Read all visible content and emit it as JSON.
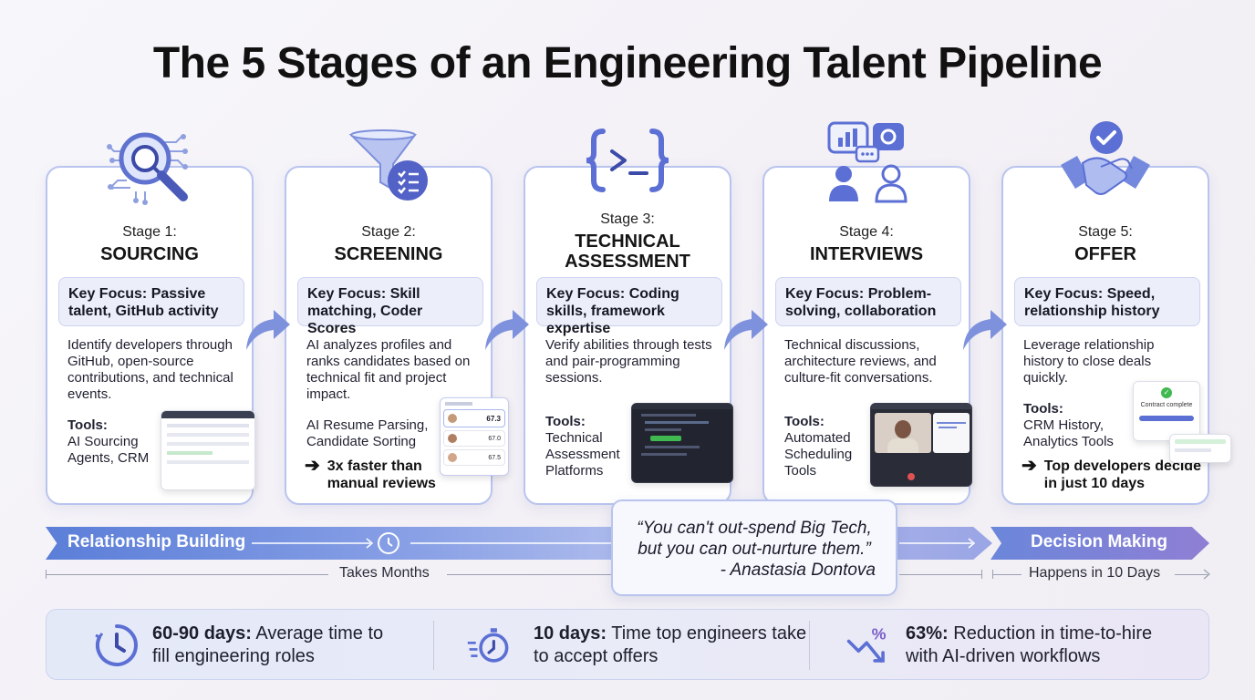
{
  "title": "The 5 Stages of an Engineering Talent Pipeline",
  "stages": [
    {
      "label": "Stage 1:",
      "name": "SOURCING",
      "focus": "Key Focus: Passive talent, GitHub activity",
      "description": "Identify developers through GitHub, open-source contributions, and technical events.",
      "tools_label": "Tools:",
      "tools": "AI Sourcing Agents, CRM",
      "icon": "magnifier-circuit-icon"
    },
    {
      "label": "Stage 2:",
      "name": "SCREENING",
      "focus": "Key Focus: Skill matching, Coder Scores",
      "description": "AI analyzes profiles and ranks candidates based on technical fit and project impact.",
      "tools": "AI Resume Parsing, Candidate Sorting",
      "note": "3x faster than manual reviews",
      "icon": "funnel-checklist-icon",
      "mini_score": "67.3",
      "mini_score2": "67.0",
      "mini_score3": "67.5"
    },
    {
      "label": "Stage 3:",
      "name": "TECHNICAL ASSESSMENT",
      "focus": "Key Focus: Coding skills, framework expertise",
      "description": "Verify abilities through tests and pair-programming sessions.",
      "tools_label": "Tools:",
      "tools": "Technical Assessment Platforms",
      "icon": "code-braces-icon"
    },
    {
      "label": "Stage 4:",
      "name": "INTERVIEWS",
      "focus": "Key Focus: Problem-solving, collaboration",
      "description": "Technical discussions, architecture reviews, and culture-fit conversations.",
      "tools_label": "Tools:",
      "tools": "Automated Scheduling Tools",
      "icon": "people-chat-icon"
    },
    {
      "label": "Stage 5:",
      "name": "OFFER",
      "focus": "Key Focus: Speed, relationship history",
      "description": "Leverage relationship history to close deals quickly.",
      "tools_label": "Tools:",
      "tools": "CRM History, Analytics Tools",
      "note": "Top developers decide in just 10 days",
      "icon": "handshake-check-icon",
      "mini_title": "Contract complete"
    }
  ],
  "bands": {
    "left": "Relationship Building",
    "right": "Decision Making",
    "left_duration": "Takes Months",
    "right_duration": "Happens in 10 Days"
  },
  "quote": {
    "line1": "“You can't out-spend Big Tech,",
    "line2": "but you can out-nurture them.”",
    "attribution": "- Anastasia Dontova"
  },
  "stats": [
    {
      "bold": "60-90 days:",
      "text": " Average time to fill engineering roles",
      "icon": "clock-icon"
    },
    {
      "bold": "10 days:",
      "text": " Time top engineers take to accept offers",
      "icon": "stopwatch-icon"
    },
    {
      "bold": "63%:",
      "text": " Reduction in time-to-hire with AI-driven workflows",
      "icon": "percent-down-icon"
    }
  ],
  "colors": {
    "accent": "#5b6fd4",
    "card_border": "#b9c4ee",
    "focus_bg": "#eceefa"
  }
}
